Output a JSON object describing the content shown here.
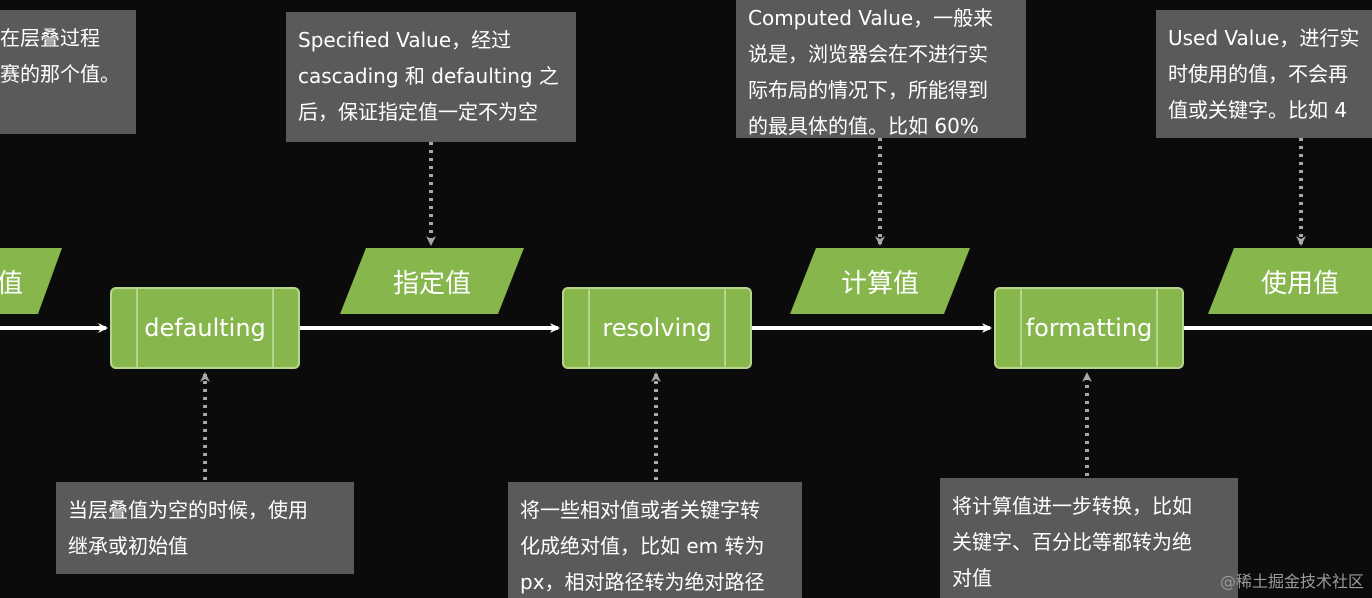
{
  "notes": {
    "cascaded": "在层叠过程\n赛的那个值。",
    "specified": "Specified Value，经过\ncascading 和 defaulting 之\n后，保证指定值一定不为空",
    "computed": "Computed Value，一般来\n说是，浏览器会在不进行实\n际布局的情况下，所能得到\n的最具体的值。比如 60%",
    "used": "Used Value，进行实\n时使用的值，不会再\n值或关键字。比如 4",
    "defaulting": "当层叠值为空的时候，使用\n继承或初始值",
    "resolving": "将一些相对值或者关键字转\n化成绝对值，比如 em 转为\npx，相对路径转为绝对路径",
    "formatting": "将计算值进一步转换，比如\n关键字、百分比等都转为绝\n对值"
  },
  "values": {
    "cascaded": "值",
    "specified": "指定值",
    "computed": "计算值",
    "used": "使用值"
  },
  "processes": {
    "defaulting": "defaulting",
    "resolving": "resolving",
    "formatting": "formatting"
  },
  "colors": {
    "background": "#0b0b0b",
    "note": "#5a5a5a",
    "green": "#86b64c",
    "green_border": "#b7d68c",
    "flow": "#ffffff",
    "dotted": "#a8a8a8"
  },
  "watermark": "@稀土掘金技术社区"
}
